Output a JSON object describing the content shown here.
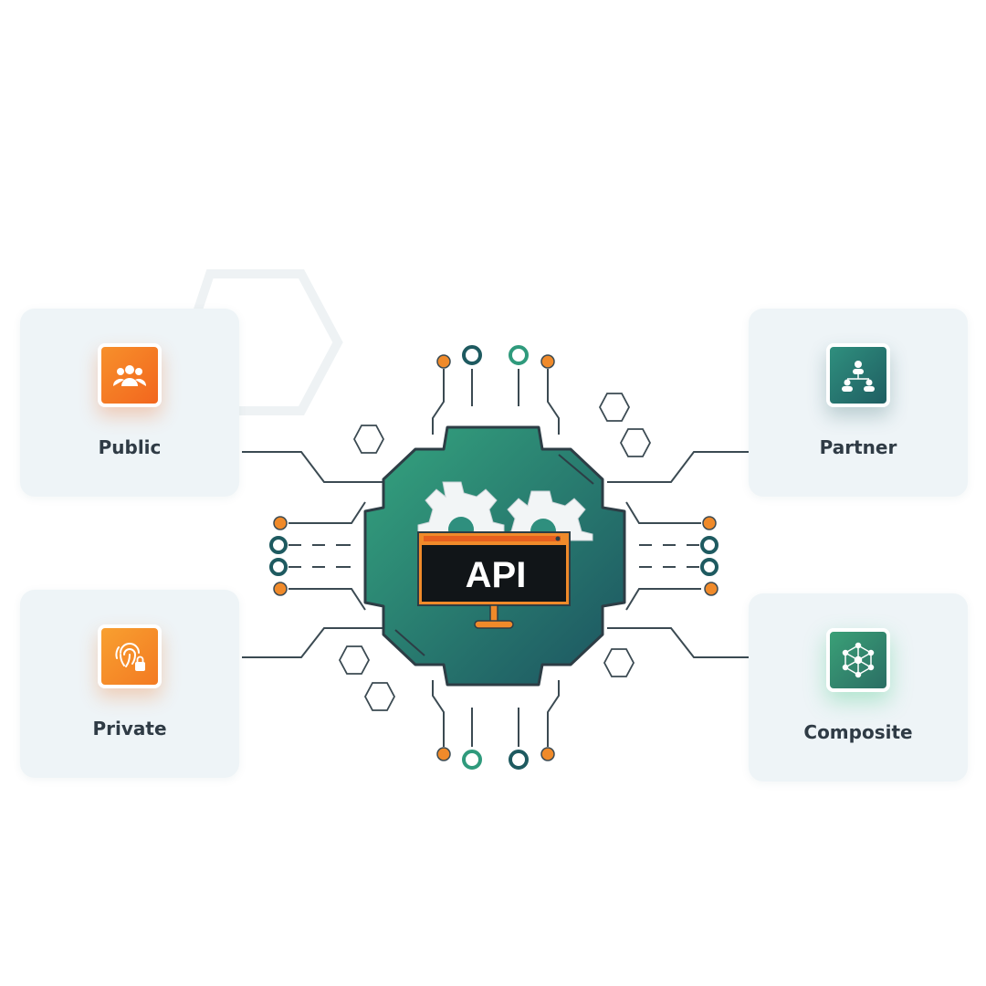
{
  "center": {
    "label": "API"
  },
  "cards": [
    {
      "id": "public",
      "label": "Public",
      "icon": "users-group-icon",
      "color": "#f2661e"
    },
    {
      "id": "partner",
      "label": "Partner",
      "icon": "org-hierarchy-icon",
      "color": "#1f5e62"
    },
    {
      "id": "private",
      "label": "Private",
      "icon": "fingerprint-lock-icon",
      "color": "#f37a22"
    },
    {
      "id": "composite",
      "label": "Composite",
      "icon": "network-nodes-icon",
      "color": "#2b6e64"
    }
  ],
  "colors": {
    "gear_dark": "#1e5a60",
    "gear_light": "#2f9a7c",
    "accent_orange": "#f08a2a",
    "line": "#3b4a52",
    "card_bg": "#eef4f7"
  }
}
